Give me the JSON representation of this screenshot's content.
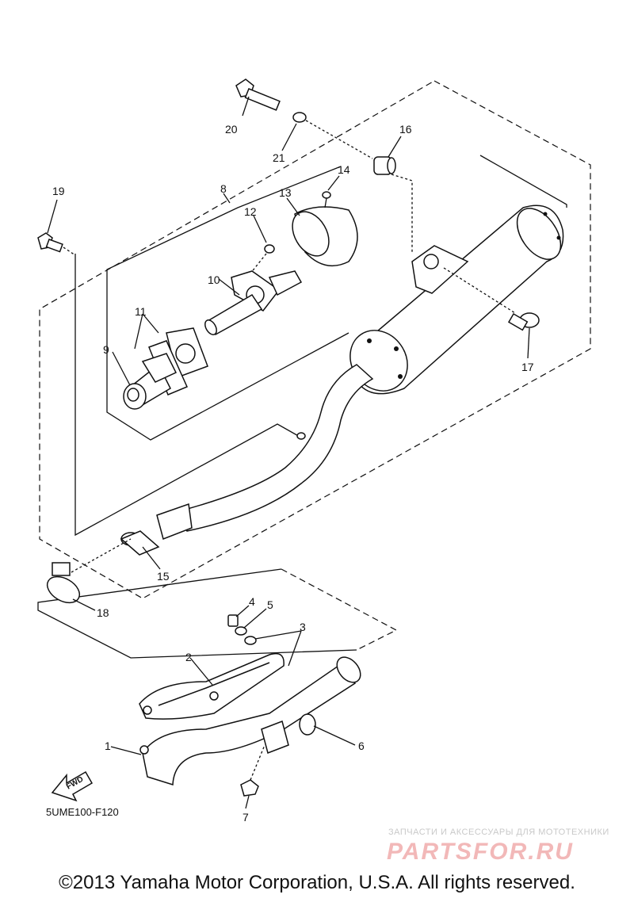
{
  "callouts": {
    "c1": "1",
    "c2": "2",
    "c3": "3",
    "c4": "4",
    "c5": "5",
    "c6": "6",
    "c7": "7",
    "c8": "8",
    "c9": "9",
    "c10": "10",
    "c11": "11",
    "c12": "12",
    "c13": "13",
    "c14": "14",
    "c15": "15",
    "c16": "16",
    "c17": "17",
    "c18": "18",
    "c19": "19",
    "c20": "20",
    "c21": "21"
  },
  "diagram_code": "5UME100-F120",
  "fwd_label": "FWD",
  "watermark": {
    "tagline": "ЗАПЧАСТИ И АКСЕССУАРЫ ДЛЯ МОТОТЕХНИКИ",
    "logo": "PARTSFOR.RU"
  },
  "copyright": "©2013 Yamaha Motor Corporation, U.S.A. All rights reserved.",
  "colors": {
    "line": "#111111",
    "watermark_logo": "#f2b8b8",
    "watermark_text": "#c9c9c9"
  }
}
